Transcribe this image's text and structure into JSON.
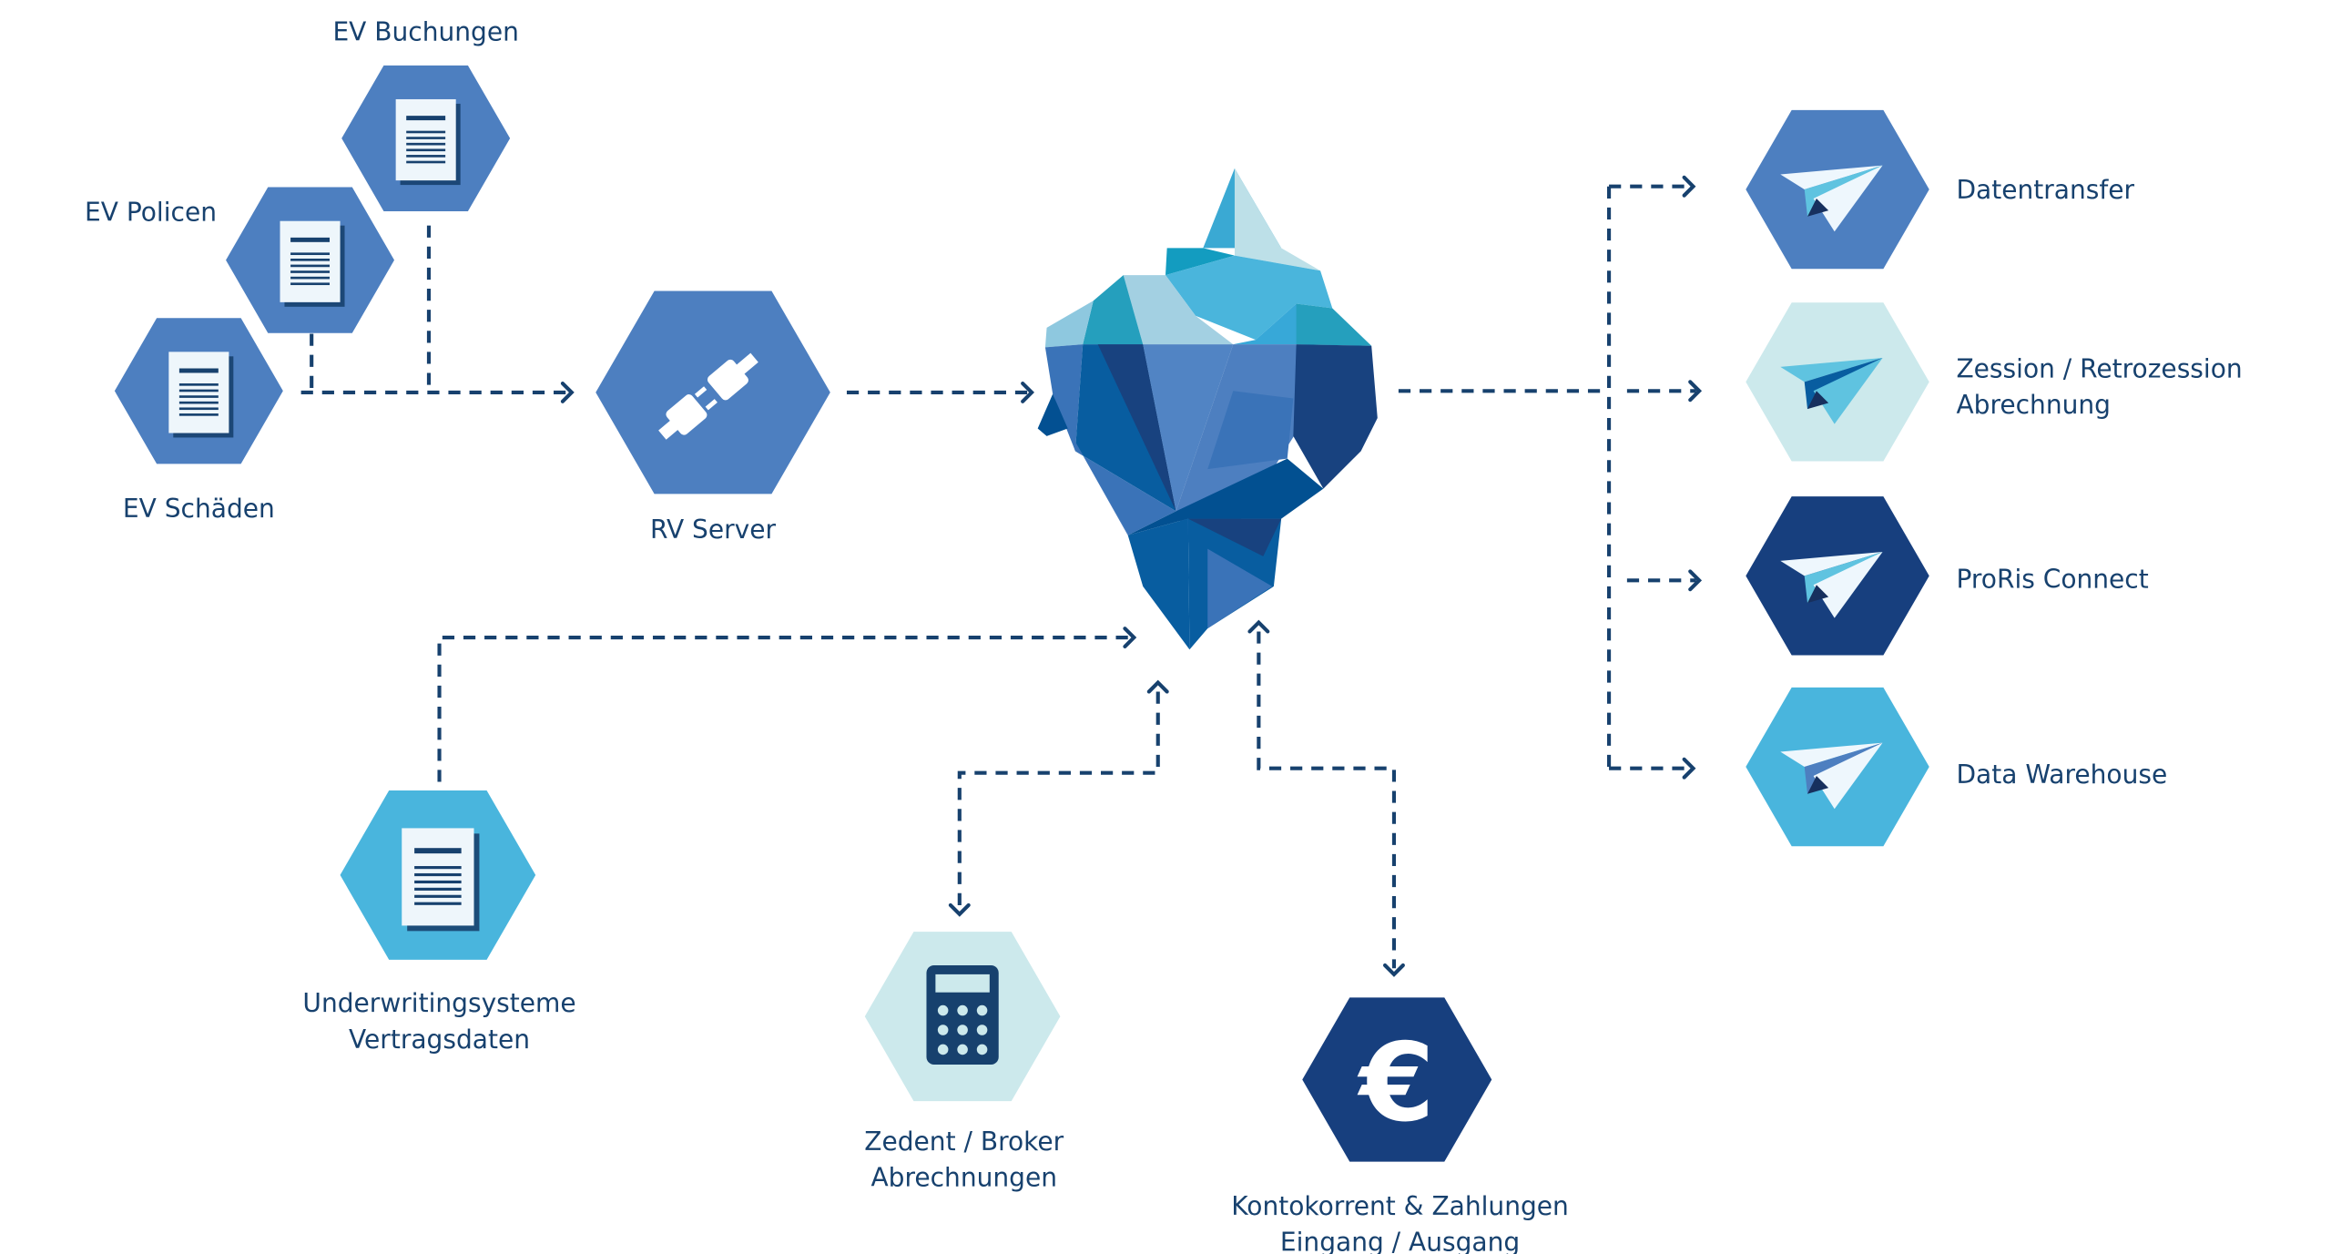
{
  "nodes": {
    "ev_buchungen": {
      "label": "EV Buchungen",
      "icon": "document-icon",
      "color": "#4d7fc0"
    },
    "ev_policen": {
      "label": "EV Policen",
      "icon": "document-icon",
      "color": "#4d7fc0"
    },
    "ev_schaeden": {
      "label": "EV Schäden",
      "icon": "document-icon",
      "color": "#4d7fc0"
    },
    "rv_server": {
      "label": "RV Server",
      "icon": "plug-icon",
      "color": "#4d7fc0"
    },
    "underwriting": {
      "line1": "Underwritingsysteme",
      "line2": "Vertragsdaten",
      "icon": "document-icon",
      "color": "#49b5dd"
    },
    "zedent": {
      "line1": "Zedent / Broker",
      "line2": "Abrechnungen",
      "icon": "calculator-icon",
      "color": "#cce9ec"
    },
    "kontokorrent": {
      "line1": "Kontokorrent & Zahlungen",
      "line2": "Eingang / Ausgang",
      "icon": "euro-icon",
      "color": "#173f7e"
    },
    "datentransfer": {
      "label": "Datentransfer",
      "icon": "paper-plane-icon",
      "color": "#4d7fc0"
    },
    "zession": {
      "line1": "Zession / Retrozession",
      "line2": "Abrechnung",
      "icon": "paper-plane-icon",
      "color": "#cce9ec"
    },
    "proris": {
      "label": "ProRis Connect",
      "icon": "paper-plane-icon",
      "color": "#173f7e"
    },
    "data_warehouse": {
      "label": "Data Warehouse",
      "icon": "paper-plane-icon",
      "color": "#49b5dd"
    }
  },
  "center": {
    "icon": "iceberg-icon"
  },
  "colors": {
    "text": "#17416e",
    "connector": "#17416e"
  }
}
